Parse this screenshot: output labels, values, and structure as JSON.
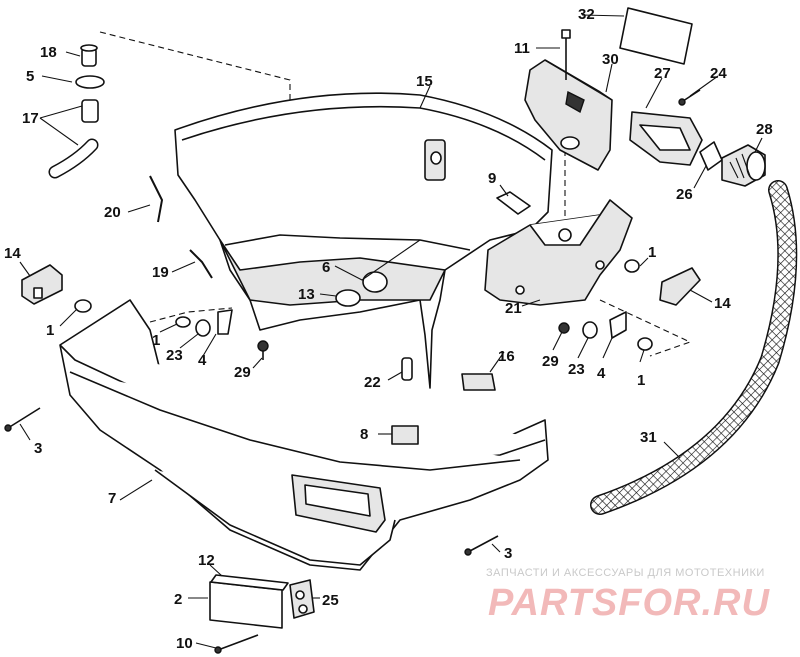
{
  "callouts": {
    "c1a": "1",
    "c1b": "1",
    "c1c": "1",
    "c1d": "1",
    "c2": "2",
    "c3a": "3",
    "c3b": "3",
    "c4a": "4",
    "c4b": "4",
    "c5": "5",
    "c6": "6",
    "c7": "7",
    "c8": "8",
    "c9": "9",
    "c10": "10",
    "c11": "11",
    "c12": "12",
    "c13": "13",
    "c14a": "14",
    "c14b": "14",
    "c15": "15",
    "c16": "16",
    "c17": "17",
    "c18": "18",
    "c19": "19",
    "c20": "20",
    "c21": "21",
    "c22": "22",
    "c23a": "23",
    "c23b": "23",
    "c24": "24",
    "c25": "25",
    "c26": "26",
    "c27": "27",
    "c28": "28",
    "c29a": "29",
    "c29b": "29",
    "c30": "30",
    "c31": "31",
    "c32": "32"
  },
  "watermark": {
    "tagline": "ЗАПЧАСТИ И АКСЕССУАРЫ ДЛЯ МОТОТЕХНИКИ",
    "brand": "PARTSFOR.RU"
  }
}
